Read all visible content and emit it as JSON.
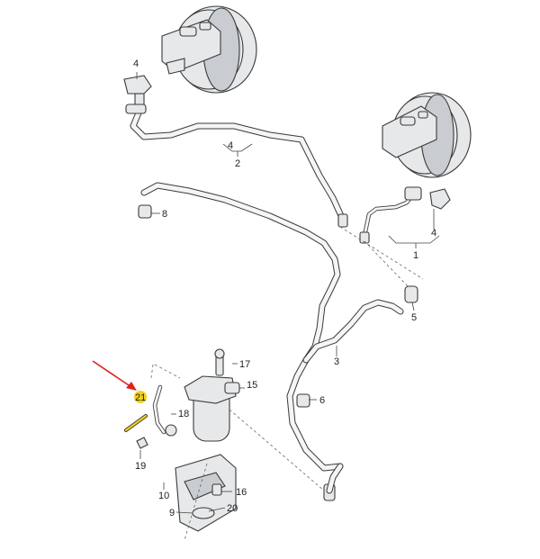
{
  "callouts": {
    "c1": "1",
    "c2": "2",
    "c3": "3",
    "c4a": "4",
    "c4b": "4",
    "c4c": "4",
    "c5": "5",
    "c6": "6",
    "c8": "8",
    "c9": "9",
    "c10": "10",
    "c15": "15",
    "c16": "16",
    "c17": "17",
    "c18": "18",
    "c19": "19",
    "c20": "20",
    "c21": "21"
  },
  "colors": {
    "highlight_marker": "#f2d21b",
    "pointer_arrow": "#e0201b",
    "line_art": "#3a3a3a"
  }
}
